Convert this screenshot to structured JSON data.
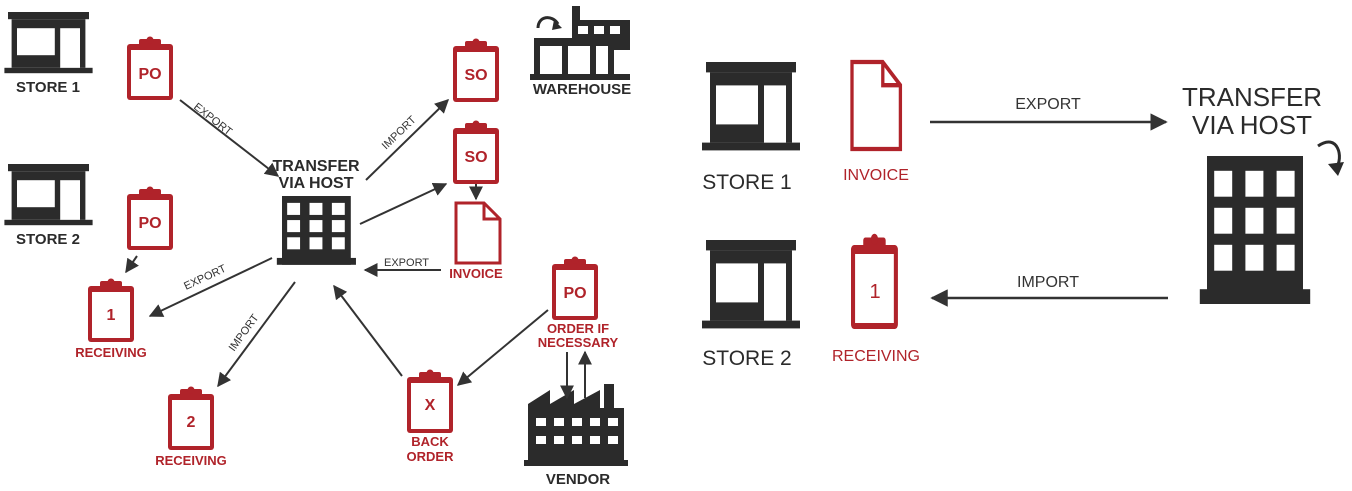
{
  "colors": {
    "dark": "#2b2b2b",
    "red": "#b0232a",
    "arrow": "#333333"
  },
  "left": {
    "store1": "STORE 1",
    "store2": "STORE 2",
    "warehouse": "WAREHOUSE",
    "host_line1": "TRANSFER",
    "host_line2": "VIA HOST",
    "vendor": "VENDOR",
    "po1": "PO",
    "po2": "PO",
    "po3": "PO",
    "so1": "SO",
    "so2": "SO",
    "recv1_num": "1",
    "recv2_num": "2",
    "recv1_label": "RECEIVING",
    "recv2_label": "RECEIVING",
    "invoice": "INVOICE",
    "order_line1": "ORDER IF",
    "order_line2": "NECESSARY",
    "backorder_mark": "X",
    "back_line1": "BACK",
    "back_line2": "ORDER",
    "export_po_host": "EXPORT",
    "import_host_so": "IMPORT",
    "export_host_recv": "EXPORT",
    "import_host_recv2": "IMPORT",
    "export_invoice_host": "EXPORT"
  },
  "right": {
    "store1": "STORE 1",
    "store2": "STORE 2",
    "invoice": "INVOICE",
    "receiving": "RECEIVING",
    "recv_num": "1",
    "host_line1": "TRANSFER",
    "host_line2": "VIA HOST",
    "export": "EXPORT",
    "import": "IMPORT"
  }
}
